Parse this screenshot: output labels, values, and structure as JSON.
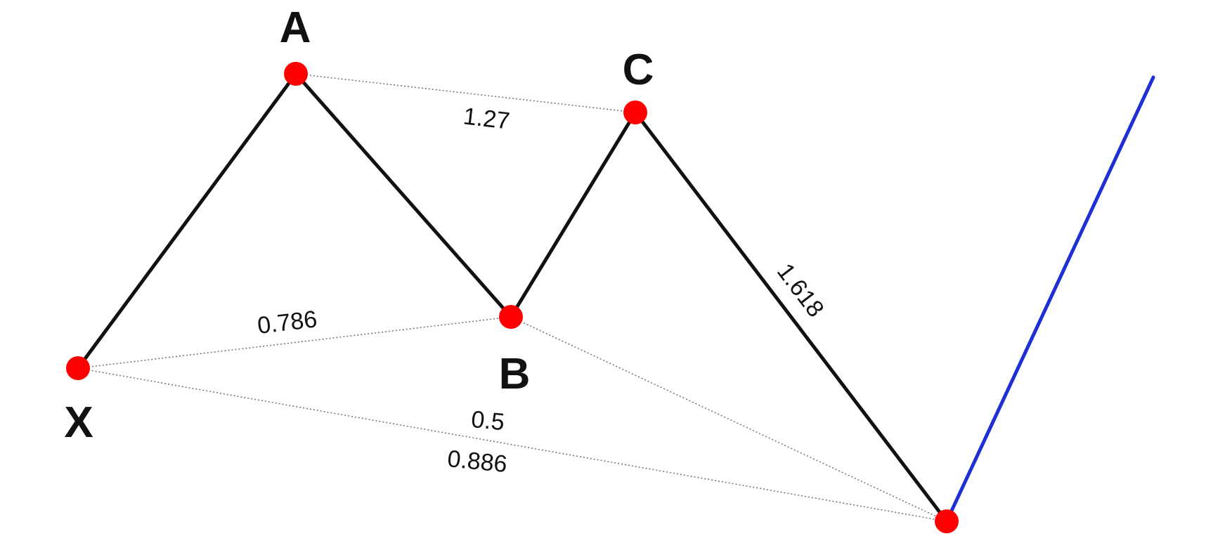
{
  "colors": {
    "leg": "#111111",
    "extension": "#1f2fd6",
    "point": "#ff0000",
    "guide": "#777777"
  },
  "points": {
    "X": {
      "label": "X"
    },
    "A": {
      "label": "A"
    },
    "B": {
      "label": "B"
    },
    "C": {
      "label": "C"
    },
    "D": {
      "label": ""
    }
  },
  "ratios": {
    "ac": "1.27",
    "xb": "0.786",
    "cd": "1.618",
    "xd_top": "0.5",
    "xd_bottom": "0.886"
  }
}
